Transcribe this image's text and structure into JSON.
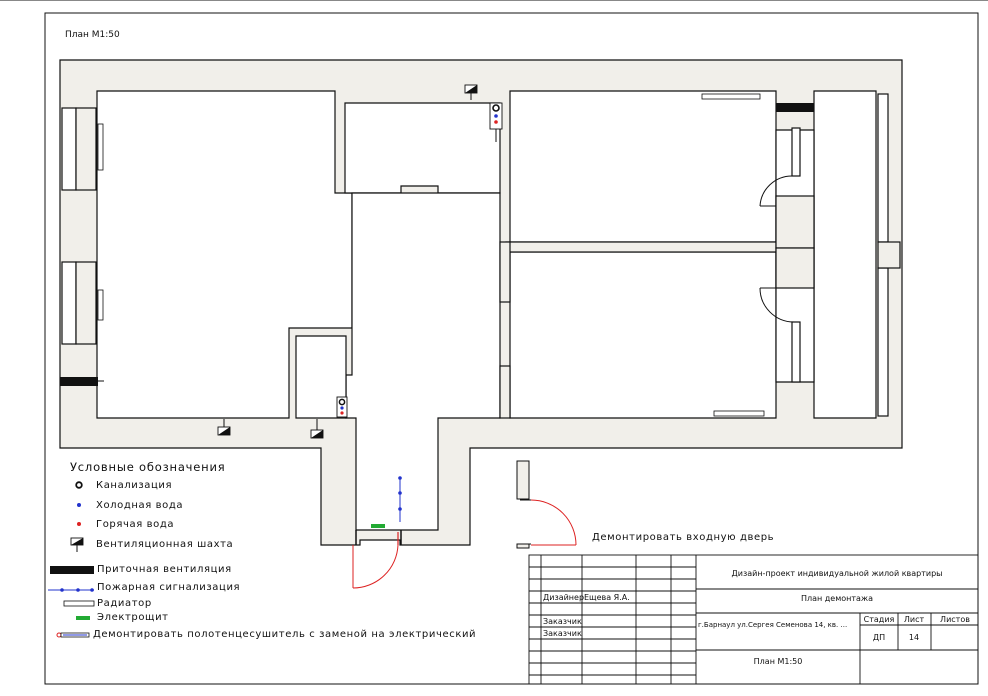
{
  "sheet_title": "План М1:50",
  "legend": {
    "title": "Условные обозначения",
    "items": [
      {
        "key": "sewer",
        "label": "Канализация"
      },
      {
        "key": "cold",
        "label": "Холодная вода"
      },
      {
        "key": "hot",
        "label": "Горячая вода"
      },
      {
        "key": "vent_shaft",
        "label": "Вентиляционная шахта"
      },
      {
        "key": "supply_vent",
        "label": "Приточная вентиляция"
      },
      {
        "key": "fire_alarm",
        "label": "Пожарная сигнализация"
      },
      {
        "key": "radiator",
        "label": "Радиатор"
      },
      {
        "key": "panel",
        "label": "Электрощит"
      },
      {
        "key": "towel",
        "label": "Демонтировать полотенцесушитель с заменой на электрический"
      }
    ]
  },
  "annotation": {
    "demolish_door": "Демонтировать входную дверь"
  },
  "title_block": {
    "project": "Дизайн-проект индивидуальной жилой квартиры",
    "sheet_name": "План демонтажа",
    "designer_label": "Дизайнер",
    "designer_name": "Ещева Я.А.",
    "customer_label_1": "Заказчик",
    "customer_label_2": "Заказчик",
    "address": "г.Барнаул ул.Сергея Семенова 14, кв. ...",
    "stage_label": "Стадия",
    "sheet_label": "Лист",
    "sheets_label": "Листов",
    "stage_value": "ДП",
    "sheet_value": "14",
    "sheets_value": "",
    "scale": "План М1:50"
  },
  "colors": {
    "wall_fill": "#f1efea",
    "line": "#111111",
    "cold_water": "#2233cc",
    "hot_water": "#dd2222",
    "panel": "#22aa33",
    "fire_line": "#2233cc",
    "door_arc_red": "#dd2222"
  }
}
